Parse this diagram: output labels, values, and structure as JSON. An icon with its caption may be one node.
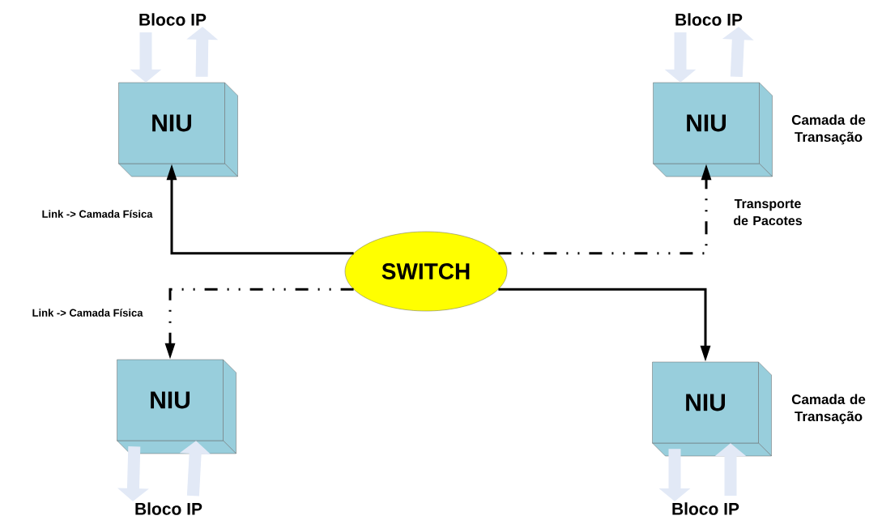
{
  "diagram": {
    "nodes": [
      {
        "text": [
          "Bloco IP"
        ]
      },
      {
        "text": [
          "NIU"
        ]
      },
      {
        "text": [
          "Bloco IP"
        ]
      },
      {
        "text": [
          "NIU"
        ],
        "beside": [
          "Camada de Transação"
        ]
      },
      {
        "text": [
          "SWITCH"
        ]
      },
      {
        "text": [
          "NIU"
        ]
      },
      {
        "text": [
          "Bloco IP"
        ]
      },
      {
        "text": [
          "NIU"
        ],
        "beside": [
          "Camada de Transação"
        ]
      },
      {
        "text": [
          "Bloco IP"
        ]
      }
    ],
    "edges": [
      {
        "from": 0,
        "to": 1,
        "arrow": "to"
      },
      {
        "from": 1,
        "to": 0,
        "arrow": "to"
      },
      {
        "from": 2,
        "to": 3,
        "arrow": "to"
      },
      {
        "from": 3,
        "to": 2,
        "arrow": "to"
      },
      {
        "from": 4,
        "to": 1,
        "arrow": "to",
        "color": "#000000",
        "label": "Link -> Camada Física"
      },
      {
        "from": 4,
        "to": 3,
        "arrow": "to",
        "style": "dashed",
        "color": "#000000",
        "label": "Transporte de Pacotes"
      },
      {
        "from": 4,
        "to": 5,
        "arrow": "to",
        "style": "dashed",
        "color": "#000000",
        "label": "Link -> Camada Física"
      },
      {
        "from": 4,
        "to": 7,
        "arrow": "to",
        "color": "#000000"
      },
      {
        "from": 5,
        "to": 6,
        "arrow": "to"
      },
      {
        "from": 6,
        "to": 5,
        "arrow": "to"
      },
      {
        "from": 7,
        "to": 8,
        "arrow": "to"
      },
      {
        "from": 8,
        "to": 7,
        "arrow": "to"
      }
    ]
  }
}
